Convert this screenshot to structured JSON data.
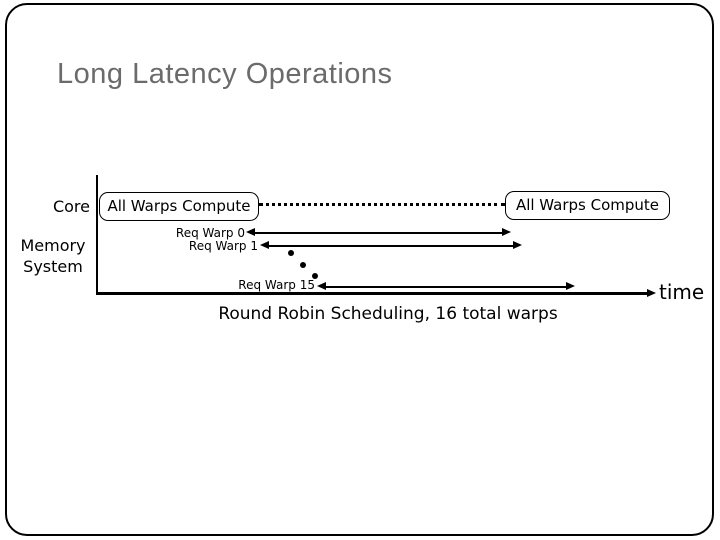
{
  "slide": {
    "title": "Long Latency Operations",
    "caption": "Round Robin Scheduling, 16 total warps"
  },
  "diagram": {
    "core_label": "Core",
    "memory_label_line1": "Memory",
    "memory_label_line2": "System",
    "compute_box_left": "All Warps Compute",
    "compute_box_right": "All Warps Compute",
    "requests": [
      {
        "label": "Req Warp 0"
      },
      {
        "label": "Req Warp 1"
      },
      {
        "label": "Req Warp 15"
      }
    ],
    "time_label": "time",
    "colors": {
      "line": "#000000",
      "box_fill": "#ffffff",
      "title_text": "#6b6b6b",
      "body_text": "#000000"
    }
  }
}
